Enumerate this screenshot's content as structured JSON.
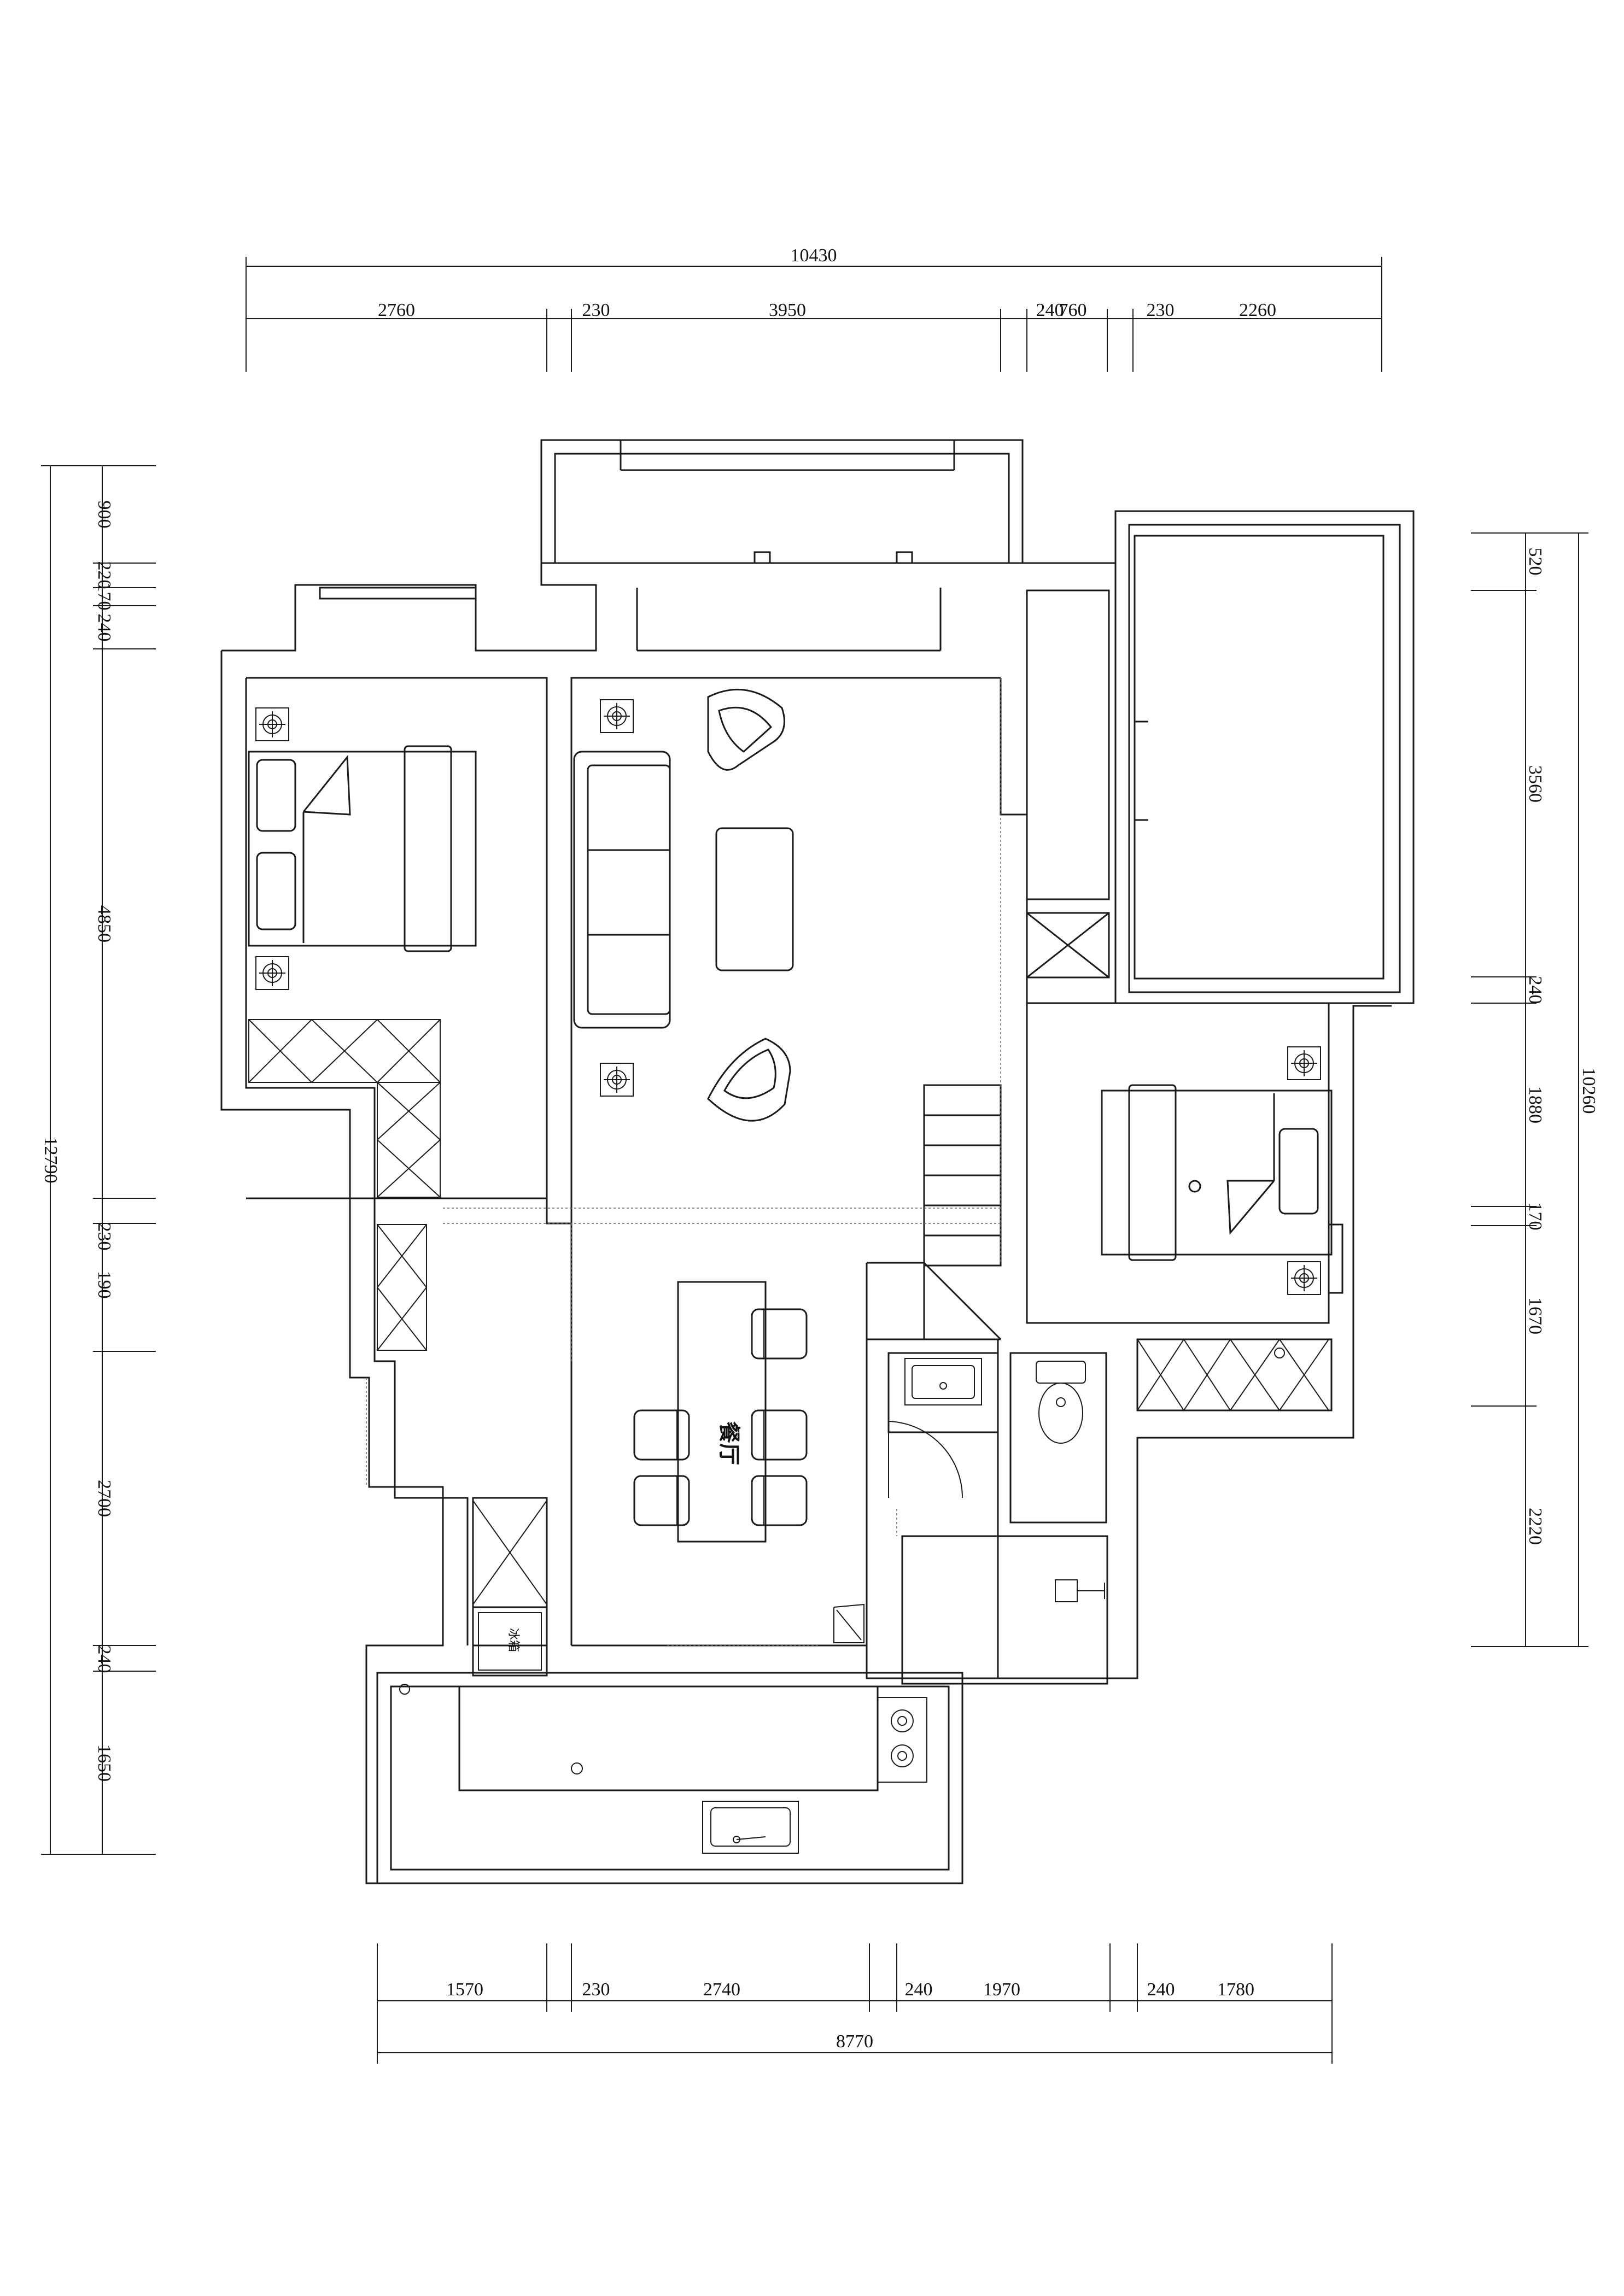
{
  "dimensions": {
    "top_total": "10430",
    "top_segments": [
      "2760",
      "230",
      "3950",
      "240",
      "760",
      "230",
      "2260"
    ],
    "bottom_total": "8770",
    "bottom_segments": [
      "1570",
      "230",
      "2740",
      "240",
      "1970",
      "240",
      "1780"
    ],
    "left_total": "12790",
    "left_segments": [
      "900",
      "220",
      "170",
      "240",
      "4850",
      "230",
      "190",
      "2700",
      "240",
      "1650"
    ],
    "right_total": "10260",
    "right_segments": [
      "520",
      "3560",
      "240",
      "1880",
      "170",
      "1670",
      "2220"
    ]
  },
  "rooms": {
    "dining_label": "餐厅",
    "fridge_label": "冰箱"
  },
  "colors": {
    "line": "#1a1a1a",
    "background": "#ffffff"
  }
}
